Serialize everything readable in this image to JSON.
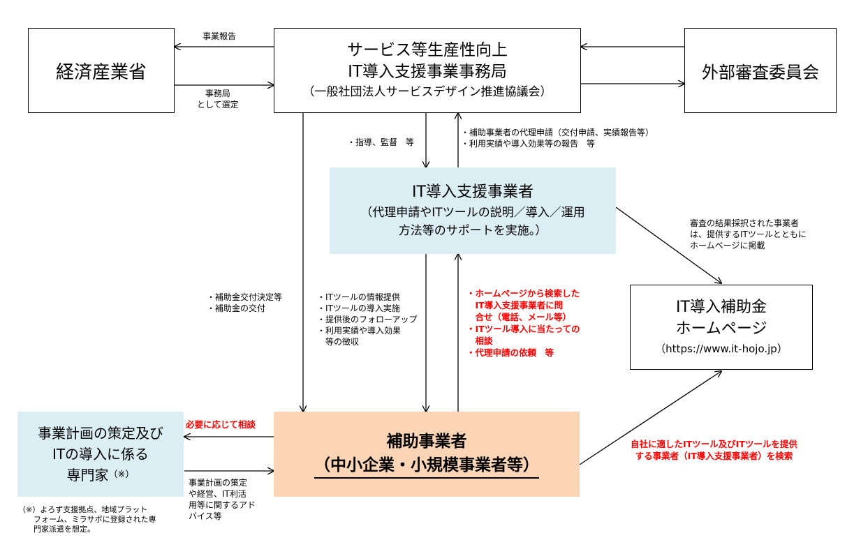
{
  "colors": {
    "blue_box": "#dbeef4",
    "peach_box": "#fbd5b5",
    "accent_red": "#ff0000",
    "line": "#000000"
  },
  "boxes": {
    "meti": {
      "text": "経済産業省"
    },
    "secretariat": {
      "line1": "サービス等生産性向上",
      "line2": "IT導入支援事業事務局",
      "line3": "（一般社団法人サービスデザイン推進協議会）"
    },
    "committee": {
      "text": "外部審査委員会"
    },
    "vendor": {
      "title": "IT導入支援事業者",
      "line2": "（代理申請やITツールの説明／導入／運用",
      "line3": "方法等のサポートを実施。）"
    },
    "homepage": {
      "line1": "IT導入補助金",
      "line2": "ホームページ",
      "line3": "（https://www.it-hojo.jp）"
    },
    "expert": {
      "line1": "事業計画の策定及び",
      "line2": "ITの導入に係る",
      "line3": "専門家",
      "mark": "（※）"
    },
    "recipient": {
      "line1": "補助事業者",
      "line2": "（中小企業・小規模事業者等）"
    }
  },
  "labels": {
    "report": "事業報告",
    "selected": [
      "事務局",
      "として選定"
    ],
    "guidance": "・指導、監督　等",
    "proxy": [
      "・補助事業者の代理申請（交付申請、実績報告等）",
      "・利用実績や導入効果等の報告　等"
    ],
    "posted": [
      "審査の結果採択された事業者",
      "は、提供するITツールとともに",
      "ホームページに掲載"
    ],
    "grant": [
      "・補助金交付決定等",
      "・補助金の交付"
    ],
    "it_tools": [
      "・ITツールの情報提供",
      "・ITツールの導入実施",
      "・提供後のフォローアップ",
      "・利用実績や導入効果",
      "　等の徴収"
    ],
    "inquiry": [
      "・ホームページから検索した",
      "　IT導入支援事業者に問",
      "　合せ（電話、メール等）",
      "・ITツール導入に当たっての",
      "　相談",
      "・代理申請の依頼　等"
    ],
    "consult": "必要に応じて相談",
    "search": [
      "自社に適したITツール及びITツールを提供",
      "する事業者（IT導入支援事業者）を検索"
    ],
    "advice": [
      "事業計画の策定",
      "や経営、IT利活",
      "用等に関するアド",
      "バイス等"
    ],
    "footnote": [
      "（※）よろず支援拠点、地域プラット",
      "　　フォーム、ミラサポに登録された専",
      "　　門家派遣を想定。"
    ]
  }
}
